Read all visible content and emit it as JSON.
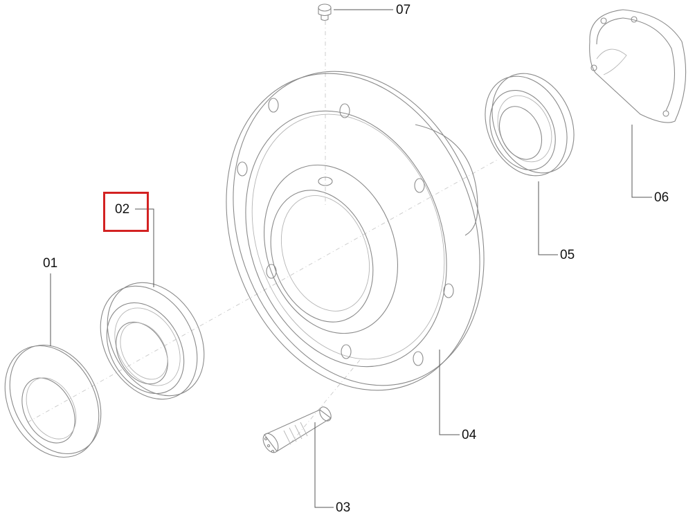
{
  "callouts": {
    "c01": "01",
    "c02": "02",
    "c03": "03",
    "c04": "04",
    "c05": "05",
    "c06": "06",
    "c07": "07"
  },
  "highlight": {
    "callout": "02",
    "color": "#d32222"
  },
  "colors": {
    "line": "#8a8a8a",
    "text": "#111111",
    "highlight": "#d32222"
  }
}
